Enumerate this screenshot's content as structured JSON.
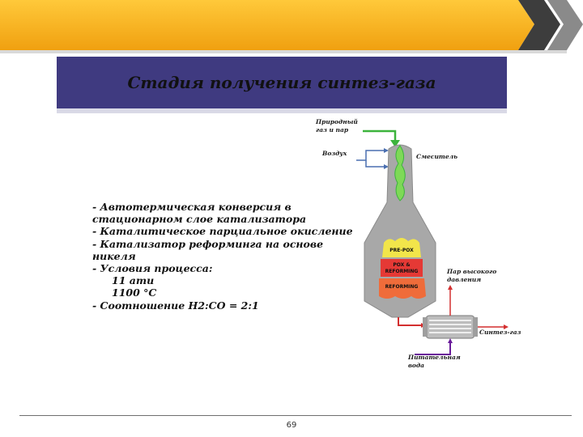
{
  "slide": {
    "title": "Стадия получения синтез-газа",
    "page_number": "69"
  },
  "bullets": [
    "- Автотермическая конверсия в",
    "стационарном слое катализатора",
    "- Каталитическое парциальное окисление",
    "- Катализатор реформинга на основе",
    "никеля",
    "- Условия процесса:",
    "11 ати",
    "1100 °С",
    "- Соотношение Н2:СО = 2:1"
  ],
  "diagram": {
    "labels": {
      "natural_gas_line1": "Природный",
      "natural_gas_line2": "газ и пар",
      "air": "Воздух",
      "mixer": "Смеситель",
      "zone_prepox": "PRE-POX",
      "zone_pox_line1": "POX &",
      "zone_pox_line2": "REFORMING",
      "zone_reforming": "REFORMING",
      "hp_steam_line1": "Пар высокого",
      "hp_steam_line2": "давления",
      "syngas": "Синтез-газ",
      "feed_water_line1": "Питательная",
      "feed_water_line2": "вода"
    },
    "colors": {
      "vessel": "#a8a8a8",
      "natural_gas_arrow": "#3cb33c",
      "air_arrow": "#4a6fb0",
      "prepox_zone": "#f2e54a",
      "pox_zone": "#e53935",
      "reforming_zone": "#ef6c3a",
      "syngas_arrow": "#d32f2f",
      "feed_water_arrow": "#6a1b9a"
    }
  },
  "colors": {
    "banner": "#f6b21a",
    "title_bg": "#3f3a80",
    "banner_dark": "#4a4a4a"
  }
}
